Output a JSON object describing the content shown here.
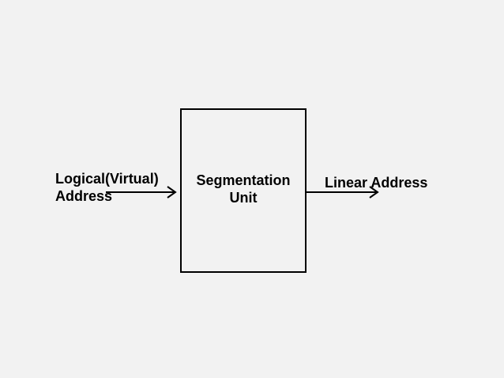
{
  "diagram": {
    "input": {
      "line1": "Logical(Virtual)",
      "line2": "Address"
    },
    "unit": {
      "line1": "Segmentation",
      "line2": "Unit"
    },
    "output": {
      "label": "Linear Address"
    },
    "colors": {
      "background": "#f2f2f2",
      "stroke": "#000000",
      "text": "#000000"
    }
  }
}
